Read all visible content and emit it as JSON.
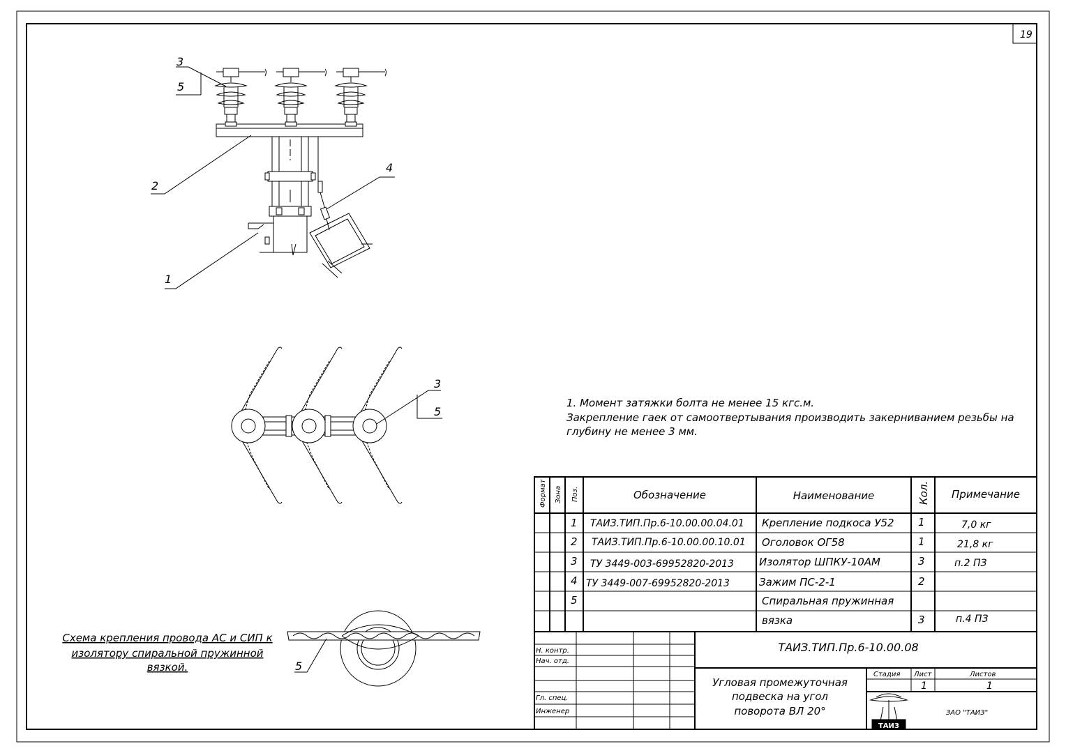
{
  "sheet_number": "19",
  "callouts": {
    "top_3": "3",
    "top_5": "5",
    "top_2": "2",
    "top_4": "4",
    "top_1": "1",
    "mid_3": "3",
    "mid_5": "5",
    "bottom_5": "5"
  },
  "notes": {
    "line1": "1. Момент затяжки болта не менее 15 кгс.м.",
    "line2": "Закрепление гаек от самоотвертывания производить закерниванием резьбы на",
    "line3": "глубину не менее 3 мм."
  },
  "caption": {
    "line1": "Схема крепления провода АС и СИП к",
    "line2": "изолятору спиральной пружинной",
    "line3": "вязкой."
  },
  "spec": {
    "headers": {
      "format": "Формат",
      "zone": "Зона",
      "pos": "Поз.",
      "designation": "Обозначение",
      "name": "Наименование",
      "qty": "Кол.",
      "note": "Примечание"
    },
    "rows": [
      {
        "pos": "1",
        "designation": "ТАИЗ.ТИП.Пр.6-10.00.00.04.01",
        "name": "Крепление подкоса У52",
        "qty": "1",
        "note": "7,0 кг"
      },
      {
        "pos": "2",
        "designation": "ТАИЗ.ТИП.Пр.6-10.00.00.10.01",
        "name": "Оголовок ОГ58",
        "qty": "1",
        "note": "21,8 кг"
      },
      {
        "pos": "3",
        "designation": "ТУ 3449-003-69952820-2013",
        "name": "Изолятор ШПКУ-10АМ",
        "qty": "3",
        "note": "п.2 ПЗ"
      },
      {
        "pos": "4",
        "designation": "ТУ 3449-007-69952820-2013",
        "name": "Зажим ПС-2-1",
        "qty": "2",
        "note": ""
      },
      {
        "pos": "5",
        "designation": "",
        "name": "Спиральная пружинная",
        "qty": "",
        "note": ""
      },
      {
        "pos": "",
        "designation": "",
        "name": "вязка",
        "qty": "3",
        "note": "п.4 ПЗ"
      }
    ]
  },
  "title_block": {
    "doc_code": "ТАИЗ.ТИП.Пр.6-10.00.08",
    "title_line1": "Угловая промежуточная",
    "title_line2": "подвеска на угол",
    "title_line3": "поворота ВЛ 20°",
    "stage_label": "Стадия",
    "sheet_label": "Лист",
    "sheets_label": "Листов",
    "sheet_value": "1",
    "sheets_value": "1",
    "company": "ЗАО \"ТАИЗ\"",
    "logo_text": "ТАИЗ",
    "roles": {
      "n_control": "Н. контр.",
      "head_dept": "Нач. отд.",
      "chief_spec": "Гл. спец.",
      "engineer": "Инженер"
    }
  }
}
